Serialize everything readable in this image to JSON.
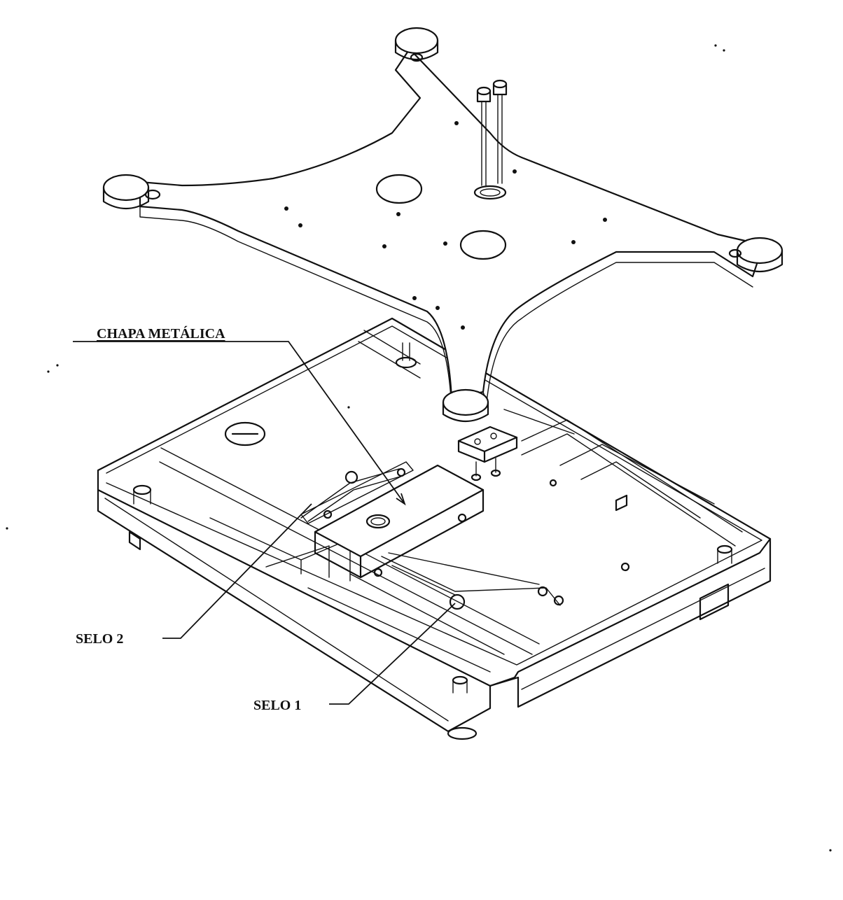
{
  "labels": {
    "chapa_metalica": "CHAPA METÁLICA",
    "selo_2": "SELO 2",
    "selo_1": "SELO 1"
  }
}
